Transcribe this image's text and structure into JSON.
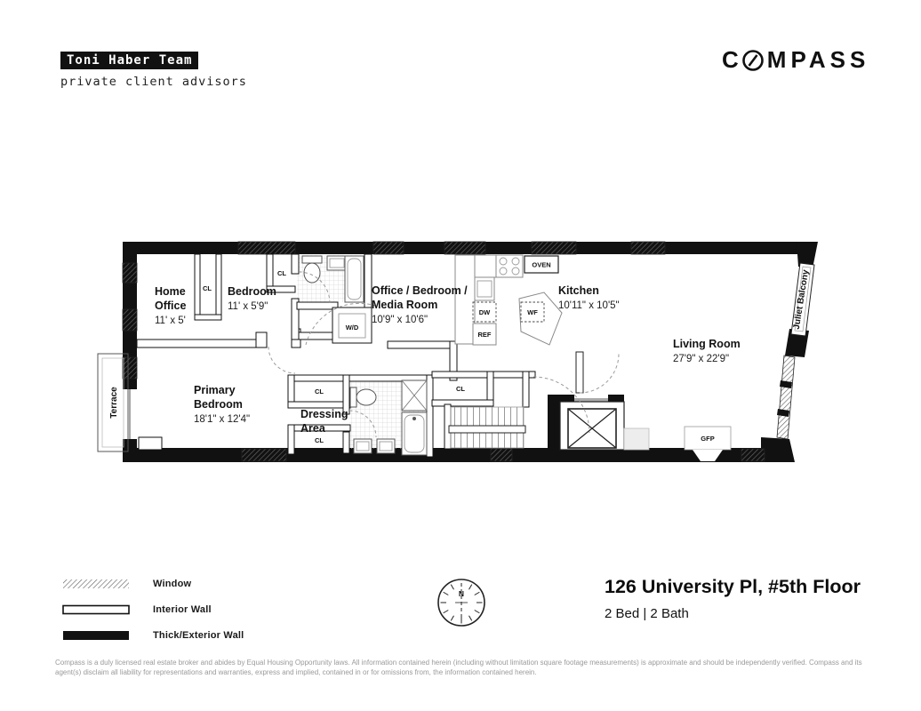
{
  "header": {
    "team_badge": "Toni Haber Team",
    "team_subtitle": "private client advisors",
    "logo_prefix": "C",
    "logo_suffix": "MPASS"
  },
  "plan": {
    "rooms": {
      "home_office": {
        "line1": "Home",
        "line2": "Office",
        "dims": "11' x 5'"
      },
      "bedroom": {
        "line1": "Bedroom",
        "dims": "11' x 5'9\""
      },
      "office_bedroom_media": {
        "line1": "Office / Bedroom /",
        "line2": "Media Room",
        "dims": "10'9\" x 10'6\""
      },
      "kitchen": {
        "line1": "Kitchen",
        "dims": "10'11\" x 10'5\""
      },
      "living_room": {
        "line1": "Living Room",
        "dims": "27'9\" x 22'9\""
      },
      "primary_bedroom": {
        "line1": "Primary",
        "line2": "Bedroom",
        "dims": "18'1\" x 12'4\""
      },
      "dressing_area": {
        "line1": "Dressing",
        "line2": "Area"
      },
      "terrace": "Terrace",
      "juliet_balcony": "Juliet Balcony"
    },
    "labels": {
      "closet": "CL",
      "washer_dryer": "W/D",
      "dishwasher": "DW",
      "refrigerator": "REF",
      "oven": "OVEN",
      "wine_fridge": "WF",
      "fireplace": "GFP"
    }
  },
  "legend": {
    "items": [
      {
        "label": "Window"
      },
      {
        "label": "Interior Wall"
      },
      {
        "label": "Thick/Exterior Wall"
      }
    ]
  },
  "compass_rose": {
    "north": "N"
  },
  "footer": {
    "address": "126 University Pl, #5th Floor",
    "beds_baths": "2 Bed | 2 Bath",
    "disclaimer": "Compass is a duly licensed real estate broker and abides by Equal Housing Opportunity laws. All information contained herein (including without limitation square footage measurements) is approximate and should be independently verified. Compass and its agent(s) disclaim all liability for representations and warranties, express and implied, contained in or for omissions from, the information contained herein."
  }
}
